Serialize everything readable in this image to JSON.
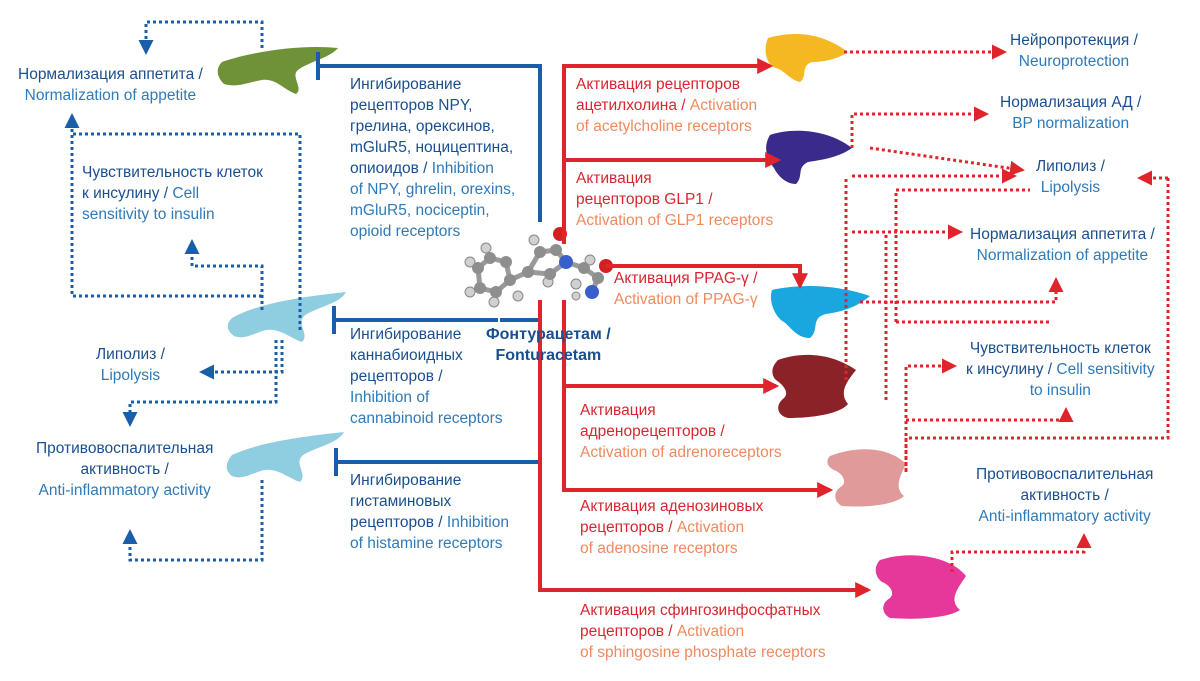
{
  "center": {
    "ru": "Фонтурацетам /",
    "en": "Fonturacetam"
  },
  "left_targets": {
    "appetite": {
      "ru": "Нормализация аппетита /",
      "en": "Normalization of appetite"
    },
    "insulin": {
      "ru1": "Чувствительность клеток",
      "ru2": "к инсулину / ",
      "en2": "Cell",
      "en3": "sensitivity to insulin"
    },
    "lipolysis": {
      "ru": "Липолиз /",
      "en": "Lipolysis"
    },
    "antiinfl": {
      "ru1": "Противовоспалительная",
      "ru2": "активность /",
      "en": "Anti-inflammatory activity"
    }
  },
  "left_mechanisms": {
    "npy": {
      "l1": "Ингибирование",
      "l2": "рецепторов NPY,",
      "l3": "грелина, орексинов,",
      "l4": "mGluR5, ноцицептина,",
      "l5ru": "опиоидов / ",
      "l5en": "Inhibition",
      "l6": "of NPY, ghrelin, orexins,",
      "l7": "mGluR5, nociceptin,",
      "l8": "opioid receptors"
    },
    "cannabinoid": {
      "l1": "Ингибирование",
      "l2": "каннабиоидных",
      "l3": "рецепторов /",
      "l4": "Inhibition of",
      "l5": "cannabinoid receptors"
    },
    "histamine": {
      "l1": "Ингибирование",
      "l2": "гистаминовых",
      "l3ru": "рецепторов / ",
      "l3en": "Inhibition",
      "l4": "of histamine receptors"
    }
  },
  "right_mechanisms": {
    "ach": {
      "l1": "Активация рецепторов",
      "l2ru": "ацетилхолина / ",
      "l2en": "Activation",
      "l3": "of acetylcholine receptors"
    },
    "glp1": {
      "l1": "Активация",
      "l2ru": "рецепторов GLP1 /",
      "l3": "Activation of GLP1 receptors"
    },
    "ppag": {
      "l1": "Активация PPAG-γ /",
      "l2": "Activation of PPAG-γ"
    },
    "adreno": {
      "l1": "Активация",
      "l2": "адренорецепторов /",
      "l3": "Activation of adrenoreceptors"
    },
    "adenosine": {
      "l1": "Активация аденозиновых",
      "l2ru": "рецепторов / ",
      "l2en": "Activation",
      "l3": "of adenosine receptors"
    },
    "sphingo": {
      "l1": "Активация сфингозинфосфатных",
      "l2ru": "рецепторов / ",
      "l2en": "Activation",
      "l3": "of sphingosine phosphate receptors"
    }
  },
  "right_targets": {
    "neuro": {
      "ru": "Нейропротекция /",
      "en": "Neuroprotection"
    },
    "bp": {
      "ru": "Нормализация АД /",
      "en": "BP normalization"
    },
    "lipolysis": {
      "ru": "Липолиз /",
      "en": "Lipolysis"
    },
    "appetite": {
      "ru": "Нормализация аппетита /",
      "en": "Normalization of appetite"
    },
    "insulin": {
      "ru1": "Чувствительность клеток",
      "ru2": "к инсулину / ",
      "en2": "Cell sensitivity",
      "en3": "to insulin"
    },
    "antiinfl": {
      "ru1": "Противовоспалительная",
      "ru2": "активность /",
      "en": "Anti-inflammatory activity"
    }
  },
  "colors": {
    "inhibit_blue": "#1a5ea8",
    "activate_red": "#e0242c",
    "receptor_green": "#6f9137",
    "receptor_lightblue": "#8fcde0",
    "receptor_yellow": "#f5b820",
    "receptor_indigo": "#3a2a8c",
    "receptor_cyan": "#1aa7df",
    "receptor_maroon": "#8a2228",
    "receptor_pink": "#e09a9a",
    "receptor_magenta": "#e5389a"
  }
}
